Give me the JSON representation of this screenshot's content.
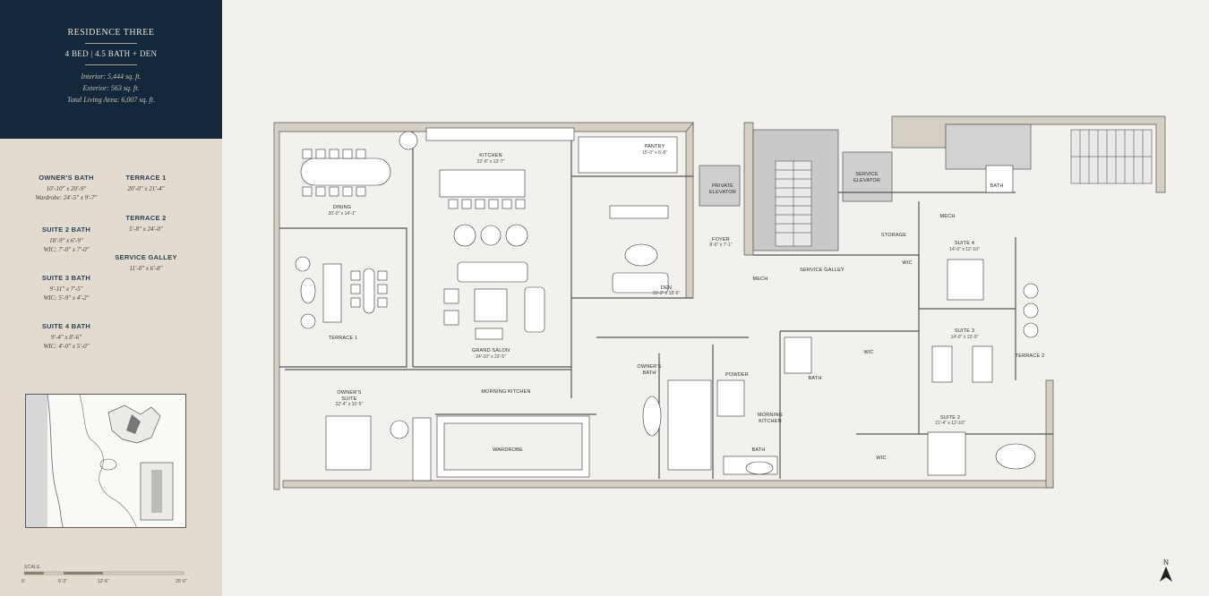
{
  "header": {
    "title": "RESIDENCE THREE",
    "subtitle": "4 BED | 4.5 BATH + DEN",
    "interior": "Interior: 5,444 sq. ft.",
    "exterior": "Exterior: 563 sq. ft.",
    "total": "Total Living Area: 6,007 sq. ft."
  },
  "specs": {
    "owners_bath": {
      "title": "OWNER'S BATH",
      "line1": "10'-10\" x 20'-9\"",
      "line2": "Wardrobe: 24'-5\" x 9'-7\""
    },
    "terrace1": {
      "title": "TERRACE 1",
      "line1": "20'-0\" x 21'-4\""
    },
    "suite2_bath": {
      "title": "SUITE 2 BATH",
      "line1": "18'-9\" x 6'-9\"",
      "line2": "WIC: 7'-0\" x 7'-0\""
    },
    "terrace2": {
      "title": "TERRACE 2",
      "line1": "5'-8\" x 24'-0\""
    },
    "service_galley": {
      "title": "SERVICE GALLEY",
      "line1": "11'-0\" x 6'-8\""
    },
    "suite3_bath": {
      "title": "SUITE 3 BATH",
      "line1": "9'-11\" x 7'-5\"",
      "line2": "WIC: 5'-9\" x 4'-2\""
    },
    "suite4_bath": {
      "title": "SUITE 4 BATH",
      "line1": "9'-4\" x 8'-6\"",
      "line2": "WIC: 4'-0\" x 5'-0\""
    }
  },
  "scale": {
    "label": "SCALE",
    "ticks": [
      "0'",
      "6'-3\"",
      "12'-6\"",
      "25'-0\""
    ]
  },
  "north": {
    "label": "N"
  },
  "rooms": {
    "kitchen": {
      "name": "KITCHEN",
      "dim": "22'-9\" x 13'-7\""
    },
    "pantry": {
      "name": "PANTRY",
      "dim": "15'-0\" x 6'-8\""
    },
    "dining": {
      "name": "DINING",
      "dim": "20'-0\" x 14'-1\""
    },
    "den": {
      "name": "DEN",
      "dim": "15'-3\" x 18'-6\""
    },
    "private_elevator": {
      "name1": "PRIVATE",
      "name2": "ELEVATOR"
    },
    "service_elevator": {
      "name1": "SERVICE",
      "name2": "ELEVATOR"
    },
    "foyer": {
      "name": "FOYER",
      "dim": "8'-6\" x 7'-1\""
    },
    "service_galley": {
      "name": "SERVICE GALLEY"
    },
    "mech1": {
      "name": "MECH"
    },
    "mech2": {
      "name": "MECH"
    },
    "storage": {
      "name": "STORAGE"
    },
    "suite4": {
      "name": "SUITE 4",
      "dim": "14'-0\" x 12'-10\""
    },
    "bath_suite4": {
      "name": "BATH"
    },
    "wic_suite4": {
      "name": "WIC"
    },
    "terrace1": {
      "name": "TERRACE 1"
    },
    "grand_salon": {
      "name": "GRAND SALON",
      "dim": "24'-10\" x 23'-5\""
    },
    "suite3": {
      "name": "SUITE 3",
      "dim": "14'-0\" x 13'-0\""
    },
    "wic_suite3": {
      "name": "WIC"
    },
    "bath_suite3": {
      "name": "BATH"
    },
    "terrace2": {
      "name": "TERRACE 2"
    },
    "owners_suite": {
      "name1": "OWNER'S",
      "name2": "SUITE",
      "dim": "22'-4\" x 16'-5\""
    },
    "morning_kitchen1": {
      "name": "MORNING KITCHEN"
    },
    "owners_bath": {
      "name1": "OWNER'S",
      "name2": "BATH"
    },
    "powder": {
      "name": "POWDER"
    },
    "morning_kitchen2": {
      "name1": "MORNING",
      "name2": "KITCHEN"
    },
    "wardrobe": {
      "name": "WARDROBE"
    },
    "bath_suite2": {
      "name": "BATH"
    },
    "wic_suite2": {
      "name": "WIC"
    },
    "suite2": {
      "name": "SUITE 2",
      "dim": "21'-4\" x 12'-10\""
    }
  },
  "colors": {
    "sidebar_header": "#13283b",
    "sidebar": "#e4dbd0",
    "background": "#f3f1ee",
    "wall": "#d6cfc4",
    "core": "#c9c9c9"
  }
}
